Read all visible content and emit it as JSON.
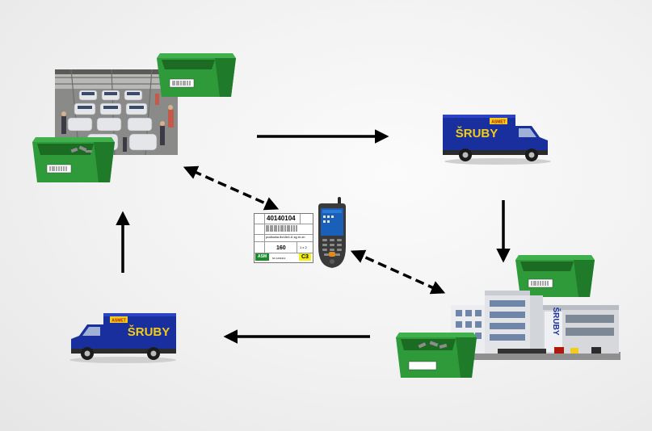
{
  "colors": {
    "bin_green": "#2e9a3a",
    "bin_dark": "#1f7a29",
    "truck_blue": "#1a2f9e",
    "logo_yellow": "#f2cc18",
    "arrow": "#000000",
    "label_green": "#1d8a2c",
    "label_yellow": "#f3ef17"
  },
  "truck_brand": "ŠRUBY",
  "truck_logo": "ASMET",
  "building_sign": "ŠRUBY",
  "label": {
    "item_number": "40140104",
    "description": "podlozka 8x18x1.6 sg m.zn",
    "quantity": "160",
    "pack": "1 x 2",
    "code": "ASM",
    "location": "C3",
    "barcode_text": "40140104 ASM C3",
    "footer_small": "N0 1203413"
  },
  "icons": [
    "factory-assembly-photo",
    "storage-bin-icon",
    "delivery-truck-icon",
    "warehouse-building-icon",
    "handheld-scanner-icon",
    "barcode-icon"
  ]
}
